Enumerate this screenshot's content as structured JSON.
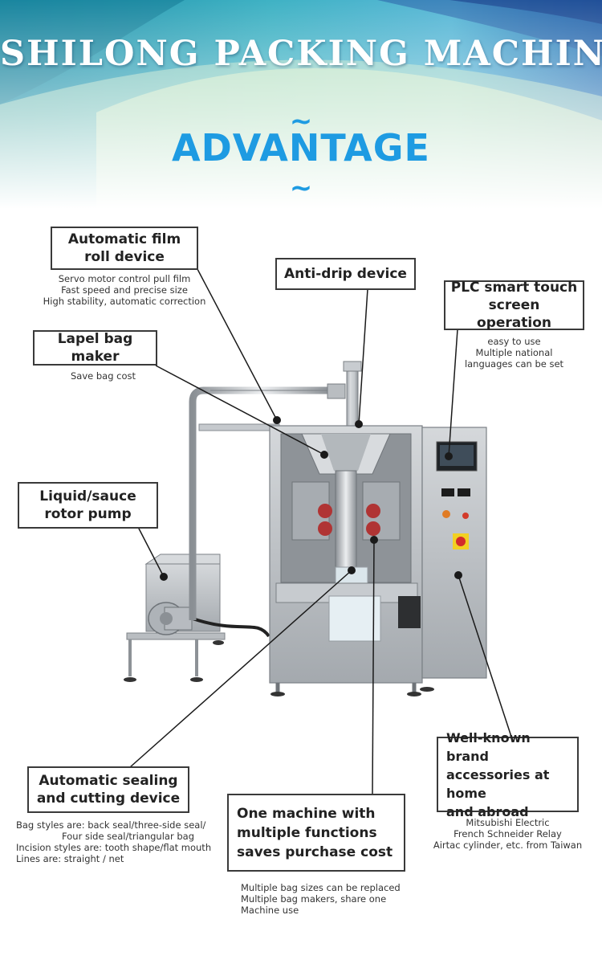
{
  "header": {
    "title": "SHILONG PACKING MACHINE",
    "section_title": "ADVANTAGE"
  },
  "callouts": {
    "film_roll": {
      "label": "Automatic film\nroll device",
      "desc": "Servo motor control pull film\nFast speed and precise size\nHigh stability, automatic correction"
    },
    "anti_drip": {
      "label": "Anti-drip device"
    },
    "plc": {
      "label": "PLC smart touch\nscreen operation",
      "desc": "easy to use\nMultiple national\nlanguages can be set"
    },
    "lapel": {
      "label": "Lapel bag maker",
      "desc": "Save bag cost"
    },
    "pump": {
      "label": "Liquid/sauce\nrotor pump"
    },
    "sealing": {
      "label": "Automatic sealing\nand cutting device",
      "desc_1": "Bag styles are: back seal/three-side seal/",
      "desc_2": "Four side seal/triangular bag",
      "desc_3": "Incision styles are: tooth shape/flat mouth\nLines are: straight / net"
    },
    "multi": {
      "label": "One machine with\nmultiple functions\nsaves purchase cost",
      "desc": "Multiple bag sizes can be replaced\nMultiple bag makers, share one\nMachine use"
    },
    "brand": {
      "label": "Well-known brand\naccessories at home\nand abroad",
      "desc": "Mitsubishi Electric\nFrench Schneider Relay\nAirtac cylinder, etc. from Taiwan"
    }
  },
  "colors": {
    "accent_blue": "#1e9be2",
    "box_border": "#3a3a3a",
    "steel": "#c9ccd0"
  }
}
